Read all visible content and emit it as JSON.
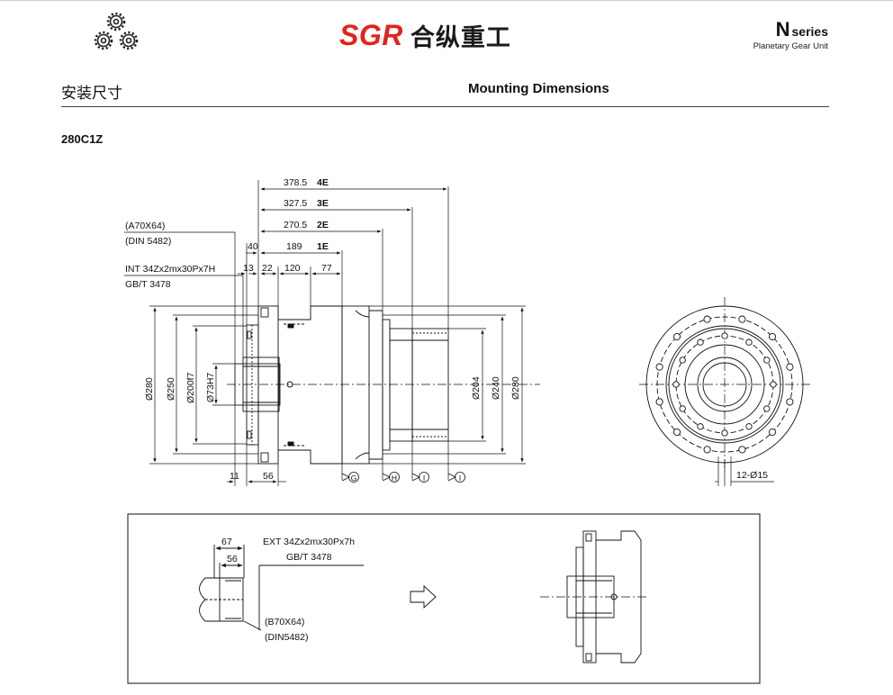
{
  "header": {
    "brand_latin": "SGR",
    "brand_cn": "合纵重工",
    "series_letter": "N",
    "series_word": "series",
    "series_sub": "Planetary Gear Unit"
  },
  "section": {
    "title_cn": "安装尺寸",
    "title_en": "Mounting Dimensions",
    "model": "280C1Z"
  },
  "drawing": {
    "spline_top_1": "(A70X64)",
    "spline_top_2": "(DIN 5482)",
    "int_spline_1": "INT 34Zx2mx30Px7H",
    "int_spline_2": "GB/T 3478",
    "len_4e": "378.5",
    "label_4e": "4E",
    "len_3e": "327.5",
    "label_3e": "3E",
    "len_2e": "270.5",
    "label_2e": "2E",
    "len_40": "40",
    "len_189": "189",
    "label_1e": "1E",
    "len_13": "13",
    "len_22": "22",
    "len_120": "120",
    "len_77": "77",
    "dia_280_left": "Ø280",
    "dia_250": "Ø250",
    "dia_200": "Ø200f7",
    "dia_73": "Ø73H7",
    "dia_204": "Ø204",
    "dia_240": "Ø240",
    "dia_280_right": "Ø280",
    "len_11": "11",
    "len_56": "56",
    "marker_g": "G",
    "marker_h": "H",
    "marker_i1": "I",
    "marker_i2": "I",
    "holes": "12-Ø15"
  },
  "inset": {
    "len_67": "67",
    "len_56": "56",
    "ext_spline_1": "EXT 34Zx2mx30Px7h",
    "ext_spline_2": "GB/T 3478",
    "spline_b_1": "(B70X64)",
    "spline_b_2": "(DIN5482)"
  }
}
